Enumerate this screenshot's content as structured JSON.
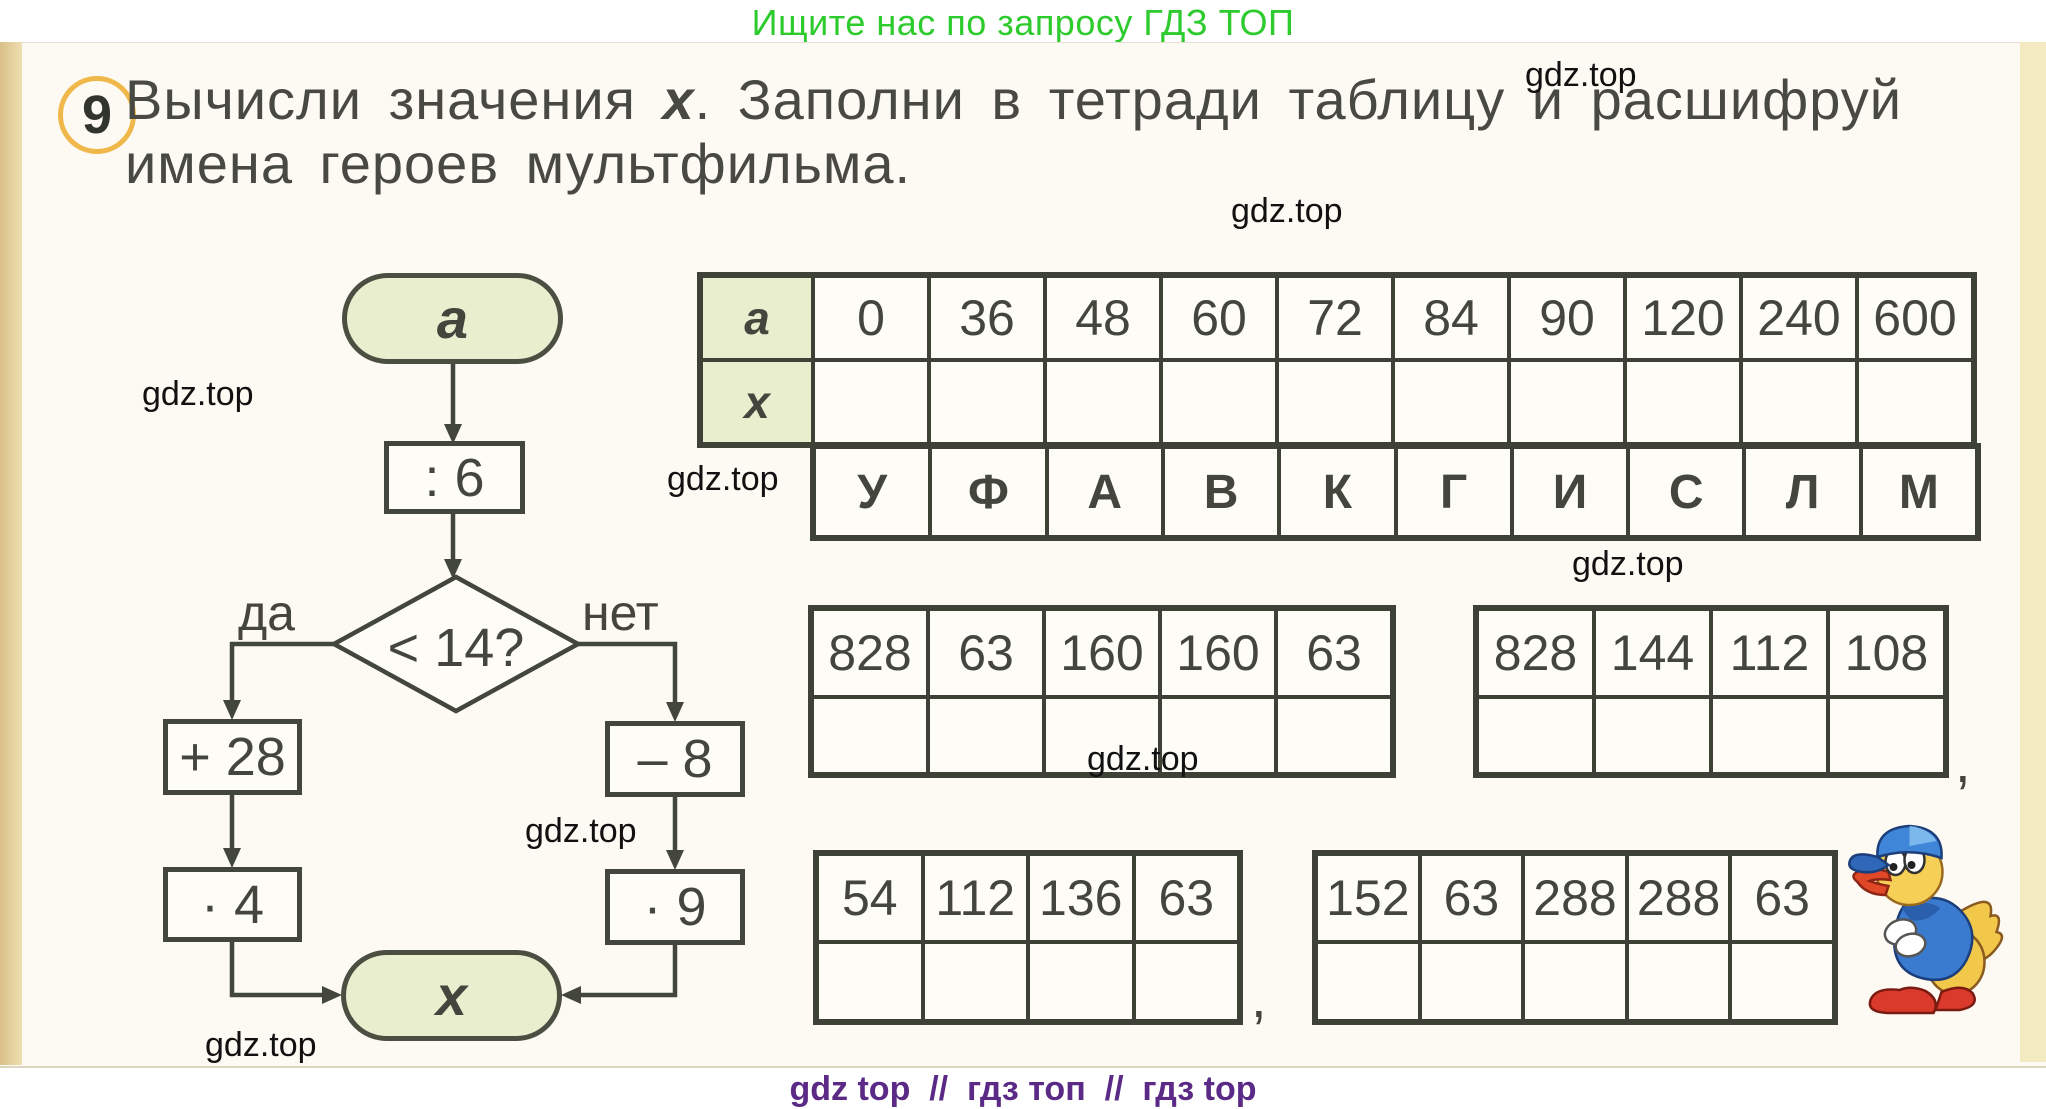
{
  "promo": {
    "text": "Ищите нас по запросу ГДЗ ТОП"
  },
  "watermark": {
    "text": "gdz.top"
  },
  "problem": {
    "number": "9",
    "line1_before": "Вычисли значения ",
    "line1_var": "x",
    "line1_after": ". Заполни в тетради таблицу и расшифруй",
    "line2": "имена героев мультфильма."
  },
  "flowchart": {
    "input": "a",
    "divide": ": 6",
    "condition": "< 14?",
    "yes": "да",
    "no": "нет",
    "add": "+ 28",
    "subtract": "– 8",
    "multiply_yes": "· 4",
    "multiply_no": "· 9",
    "output": "x"
  },
  "main_table": {
    "row_a_header": "a",
    "row_x_header": "x",
    "a_values": [
      "0",
      "36",
      "48",
      "60",
      "72",
      "84",
      "90",
      "120",
      "240",
      "600"
    ],
    "letters": [
      "У",
      "Ф",
      "А",
      "В",
      "К",
      "Г",
      "И",
      "С",
      "Л",
      "М"
    ]
  },
  "answer_tables": {
    "t1": {
      "values": [
        "828",
        "63",
        "160",
        "160",
        "63"
      ]
    },
    "t2": {
      "values": [
        "828",
        "144",
        "112",
        "108"
      ],
      "suffix": ","
    },
    "t3": {
      "values": [
        "54",
        "112",
        "136",
        "63"
      ],
      "suffix": ","
    },
    "t4": {
      "values": [
        "152",
        "63",
        "288",
        "288",
        "63"
      ]
    }
  },
  "footer": {
    "text": "gdz top  //  гдз топ  //  гдз top"
  },
  "colors": {
    "promo_green": "#2ecb2e",
    "footer_purple": "#5b2a86",
    "badge_ring": "#f0b84a",
    "cell_green": "#e9eecf",
    "line_dark": "#42463c"
  }
}
